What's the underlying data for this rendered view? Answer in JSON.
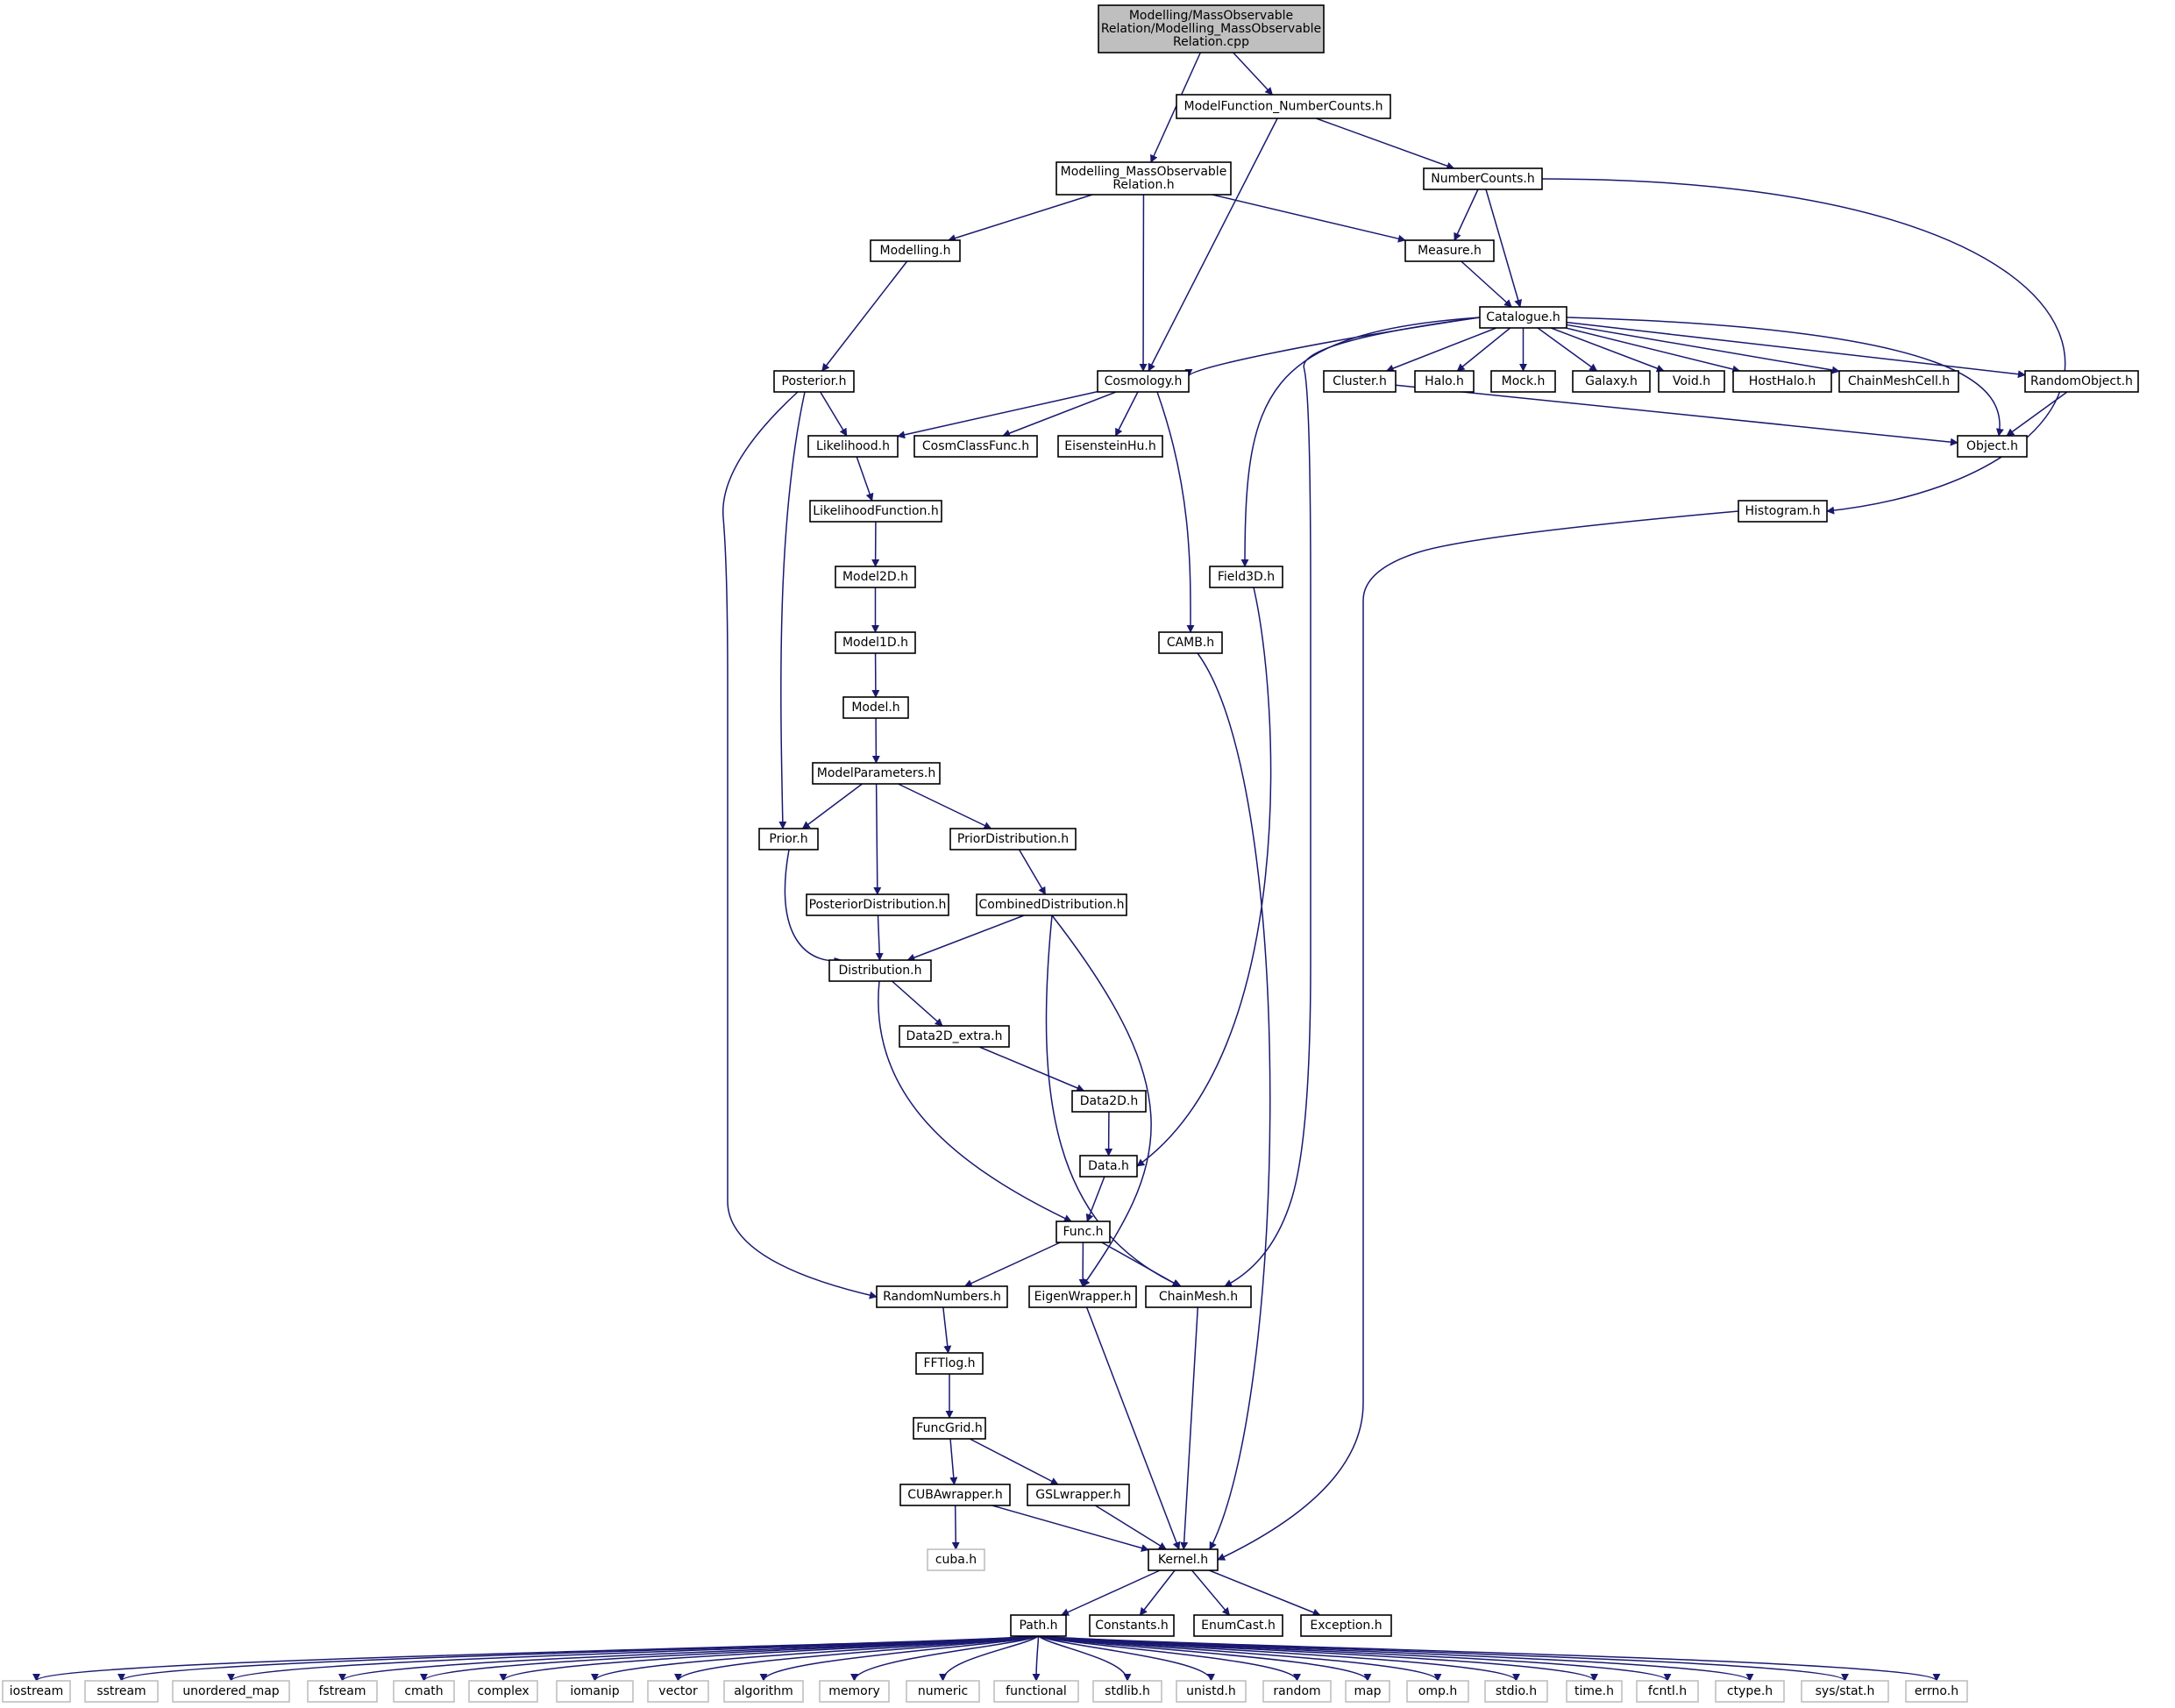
{
  "nodes": [
    {
      "id": "root",
      "lines": [
        "Modelling/MassObservable",
        "Relation/Modelling_MassObservable",
        "Relation.cpp"
      ],
      "kind": "root"
    },
    {
      "id": "mfnc",
      "lines": [
        "ModelFunction_NumberCounts.h"
      ]
    },
    {
      "id": "mmor",
      "lines": [
        "Modelling_MassObservable",
        "Relation.h"
      ]
    },
    {
      "id": "nc",
      "lines": [
        "NumberCounts.h"
      ]
    },
    {
      "id": "modelling",
      "lines": [
        "Modelling.h"
      ]
    },
    {
      "id": "measure",
      "lines": [
        "Measure.h"
      ]
    },
    {
      "id": "catalogue",
      "lines": [
        "Catalogue.h"
      ]
    },
    {
      "id": "posterior",
      "lines": [
        "Posterior.h"
      ]
    },
    {
      "id": "cosmology",
      "lines": [
        "Cosmology.h"
      ]
    },
    {
      "id": "cluster",
      "lines": [
        "Cluster.h"
      ]
    },
    {
      "id": "halo",
      "lines": [
        "Halo.h"
      ]
    },
    {
      "id": "mock",
      "lines": [
        "Mock.h"
      ]
    },
    {
      "id": "galaxy",
      "lines": [
        "Galaxy.h"
      ]
    },
    {
      "id": "void",
      "lines": [
        "Void.h"
      ]
    },
    {
      "id": "hosthalo",
      "lines": [
        "HostHalo.h"
      ]
    },
    {
      "id": "chainmeshcell",
      "lines": [
        "ChainMeshCell.h"
      ]
    },
    {
      "id": "randomobject",
      "lines": [
        "RandomObject.h"
      ]
    },
    {
      "id": "likelihood",
      "lines": [
        "Likelihood.h"
      ]
    },
    {
      "id": "cosmclassfunc",
      "lines": [
        "CosmClassFunc.h"
      ]
    },
    {
      "id": "eisensteinhu",
      "lines": [
        "EisensteinHu.h"
      ]
    },
    {
      "id": "object",
      "lines": [
        "Object.h"
      ]
    },
    {
      "id": "likelihoodfunction",
      "lines": [
        "LikelihoodFunction.h"
      ]
    },
    {
      "id": "histogram",
      "lines": [
        "Histogram.h"
      ]
    },
    {
      "id": "model2d",
      "lines": [
        "Model2D.h"
      ]
    },
    {
      "id": "field3d",
      "lines": [
        "Field3D.h"
      ]
    },
    {
      "id": "model1d",
      "lines": [
        "Model1D.h"
      ]
    },
    {
      "id": "camb",
      "lines": [
        "CAMB.h"
      ]
    },
    {
      "id": "model",
      "lines": [
        "Model.h"
      ]
    },
    {
      "id": "modelparameters",
      "lines": [
        "ModelParameters.h"
      ]
    },
    {
      "id": "prior",
      "lines": [
        "Prior.h"
      ]
    },
    {
      "id": "priordistribution",
      "lines": [
        "PriorDistribution.h"
      ]
    },
    {
      "id": "posteriordistribution",
      "lines": [
        "PosteriorDistribution.h"
      ]
    },
    {
      "id": "combineddistribution",
      "lines": [
        "CombinedDistribution.h"
      ]
    },
    {
      "id": "distribution",
      "lines": [
        "Distribution.h"
      ]
    },
    {
      "id": "data2dextra",
      "lines": [
        "Data2D_extra.h"
      ]
    },
    {
      "id": "data2d",
      "lines": [
        "Data2D.h"
      ]
    },
    {
      "id": "data",
      "lines": [
        "Data.h"
      ]
    },
    {
      "id": "func",
      "lines": [
        "Func.h"
      ]
    },
    {
      "id": "randomnumbers",
      "lines": [
        "RandomNumbers.h"
      ]
    },
    {
      "id": "eigenwrapper",
      "lines": [
        "EigenWrapper.h"
      ]
    },
    {
      "id": "chainmesh",
      "lines": [
        "ChainMesh.h"
      ]
    },
    {
      "id": "fftlog",
      "lines": [
        "FFTlog.h"
      ]
    },
    {
      "id": "funcgrid",
      "lines": [
        "FuncGrid.h"
      ]
    },
    {
      "id": "cubawrapper",
      "lines": [
        "CUBAwrapper.h"
      ]
    },
    {
      "id": "gslwrapper",
      "lines": [
        "GSLwrapper.h"
      ]
    },
    {
      "id": "cuba",
      "lines": [
        "cuba.h"
      ],
      "kind": "ext"
    },
    {
      "id": "kernel",
      "lines": [
        "Kernel.h"
      ]
    },
    {
      "id": "path",
      "lines": [
        "Path.h"
      ]
    },
    {
      "id": "constants",
      "lines": [
        "Constants.h"
      ]
    },
    {
      "id": "enumcast",
      "lines": [
        "EnumCast.h"
      ]
    },
    {
      "id": "exception",
      "lines": [
        "Exception.h"
      ]
    },
    {
      "id": "iostream",
      "lines": [
        "iostream"
      ],
      "kind": "ext"
    },
    {
      "id": "sstream",
      "lines": [
        "sstream"
      ],
      "kind": "ext"
    },
    {
      "id": "unordered_map",
      "lines": [
        "unordered_map"
      ],
      "kind": "ext"
    },
    {
      "id": "fstream",
      "lines": [
        "fstream"
      ],
      "kind": "ext"
    },
    {
      "id": "cmath",
      "lines": [
        "cmath"
      ],
      "kind": "ext"
    },
    {
      "id": "complex",
      "lines": [
        "complex"
      ],
      "kind": "ext"
    },
    {
      "id": "iomanip",
      "lines": [
        "iomanip"
      ],
      "kind": "ext"
    },
    {
      "id": "vector",
      "lines": [
        "vector"
      ],
      "kind": "ext"
    },
    {
      "id": "algorithm",
      "lines": [
        "algorithm"
      ],
      "kind": "ext"
    },
    {
      "id": "memory",
      "lines": [
        "memory"
      ],
      "kind": "ext"
    },
    {
      "id": "numeric",
      "lines": [
        "numeric"
      ],
      "kind": "ext"
    },
    {
      "id": "functional",
      "lines": [
        "functional"
      ],
      "kind": "ext"
    },
    {
      "id": "stdlib",
      "lines": [
        "stdlib.h"
      ],
      "kind": "ext"
    },
    {
      "id": "unistd",
      "lines": [
        "unistd.h"
      ],
      "kind": "ext"
    },
    {
      "id": "random",
      "lines": [
        "random"
      ],
      "kind": "ext"
    },
    {
      "id": "map",
      "lines": [
        "map"
      ],
      "kind": "ext"
    },
    {
      "id": "omp",
      "lines": [
        "omp.h"
      ],
      "kind": "ext"
    },
    {
      "id": "stdio",
      "lines": [
        "stdio.h"
      ],
      "kind": "ext"
    },
    {
      "id": "time",
      "lines": [
        "time.h"
      ],
      "kind": "ext"
    },
    {
      "id": "fcntl",
      "lines": [
        "fcntl.h"
      ],
      "kind": "ext"
    },
    {
      "id": "ctype",
      "lines": [
        "ctype.h"
      ],
      "kind": "ext"
    },
    {
      "id": "sysstat",
      "lines": [
        "sys/stat.h"
      ],
      "kind": "ext"
    },
    {
      "id": "errno",
      "lines": [
        "errno.h"
      ],
      "kind": "ext"
    }
  ],
  "edges": [
    [
      "root",
      "mfnc"
    ],
    [
      "root",
      "mmor"
    ],
    [
      "mfnc",
      "nc"
    ],
    [
      "mfnc",
      "cosmology"
    ],
    [
      "mmor",
      "modelling"
    ],
    [
      "mmor",
      "measure"
    ],
    [
      "mmor",
      "cosmology"
    ],
    [
      "nc",
      "measure"
    ],
    [
      "nc",
      "catalogue"
    ],
    [
      "nc",
      "histogram"
    ],
    [
      "modelling",
      "posterior"
    ],
    [
      "measure",
      "catalogue"
    ],
    [
      "catalogue",
      "cosmology"
    ],
    [
      "catalogue",
      "cluster"
    ],
    [
      "catalogue",
      "halo"
    ],
    [
      "catalogue",
      "mock"
    ],
    [
      "catalogue",
      "galaxy"
    ],
    [
      "catalogue",
      "void"
    ],
    [
      "catalogue",
      "hosthalo"
    ],
    [
      "catalogue",
      "chainmeshcell"
    ],
    [
      "catalogue",
      "randomobject"
    ],
    [
      "catalogue",
      "object"
    ],
    [
      "catalogue",
      "field3d"
    ],
    [
      "catalogue",
      "chainmesh"
    ],
    [
      "cluster",
      "object"
    ],
    [
      "randomobject",
      "object"
    ],
    [
      "posterior",
      "likelihood"
    ],
    [
      "posterior",
      "prior"
    ],
    [
      "posterior",
      "randomnumbers"
    ],
    [
      "cosmology",
      "likelihood"
    ],
    [
      "cosmology",
      "cosmclassfunc"
    ],
    [
      "cosmology",
      "eisensteinhu"
    ],
    [
      "cosmology",
      "camb"
    ],
    [
      "likelihood",
      "likelihoodfunction"
    ],
    [
      "likelihoodfunction",
      "model2d"
    ],
    [
      "model2d",
      "model1d"
    ],
    [
      "model1d",
      "model"
    ],
    [
      "model",
      "modelparameters"
    ],
    [
      "modelparameters",
      "prior"
    ],
    [
      "modelparameters",
      "priordistribution"
    ],
    [
      "modelparameters",
      "posteriordistribution"
    ],
    [
      "priordistribution",
      "combineddistribution"
    ],
    [
      "prior",
      "distribution"
    ],
    [
      "posteriordistribution",
      "distribution"
    ],
    [
      "combineddistribution",
      "distribution"
    ],
    [
      "combineddistribution",
      "eigenwrapper"
    ],
    [
      "combineddistribution",
      "chainmesh"
    ],
    [
      "distribution",
      "data2dextra"
    ],
    [
      "distribution",
      "func"
    ],
    [
      "data2dextra",
      "data2d"
    ],
    [
      "data2d",
      "data"
    ],
    [
      "field3d",
      "data"
    ],
    [
      "data",
      "func"
    ],
    [
      "func",
      "randomnumbers"
    ],
    [
      "func",
      "eigenwrapper"
    ],
    [
      "func",
      "chainmesh"
    ],
    [
      "randomnumbers",
      "fftlog"
    ],
    [
      "fftlog",
      "funcgrid"
    ],
    [
      "funcgrid",
      "cubawrapper"
    ],
    [
      "funcgrid",
      "gslwrapper"
    ],
    [
      "cubawrapper",
      "cuba"
    ],
    [
      "cubawrapper",
      "kernel"
    ],
    [
      "gslwrapper",
      "kernel"
    ],
    [
      "eigenwrapper",
      "kernel"
    ],
    [
      "chainmesh",
      "kernel"
    ],
    [
      "camb",
      "kernel"
    ],
    [
      "histogram",
      "kernel"
    ],
    [
      "kernel",
      "path"
    ],
    [
      "kernel",
      "constants"
    ],
    [
      "kernel",
      "enumcast"
    ],
    [
      "kernel",
      "exception"
    ],
    [
      "path",
      "iostream"
    ],
    [
      "path",
      "sstream"
    ],
    [
      "path",
      "unordered_map"
    ],
    [
      "path",
      "fstream"
    ],
    [
      "path",
      "cmath"
    ],
    [
      "path",
      "complex"
    ],
    [
      "path",
      "iomanip"
    ],
    [
      "path",
      "vector"
    ],
    [
      "path",
      "algorithm"
    ],
    [
      "path",
      "memory"
    ],
    [
      "path",
      "numeric"
    ],
    [
      "path",
      "functional"
    ],
    [
      "path",
      "stdlib"
    ],
    [
      "path",
      "unistd"
    ],
    [
      "path",
      "random"
    ],
    [
      "path",
      "map"
    ],
    [
      "path",
      "omp"
    ],
    [
      "path",
      "stdio"
    ],
    [
      "path",
      "time"
    ],
    [
      "path",
      "fcntl"
    ],
    [
      "path",
      "ctype"
    ],
    [
      "path",
      "sysstat"
    ],
    [
      "path",
      "errno"
    ]
  ],
  "colors": {
    "edge": "#191970",
    "root_fill": "#bfbfbf",
    "ext_border": "#bfbfbf",
    "node_border": "#000000"
  }
}
